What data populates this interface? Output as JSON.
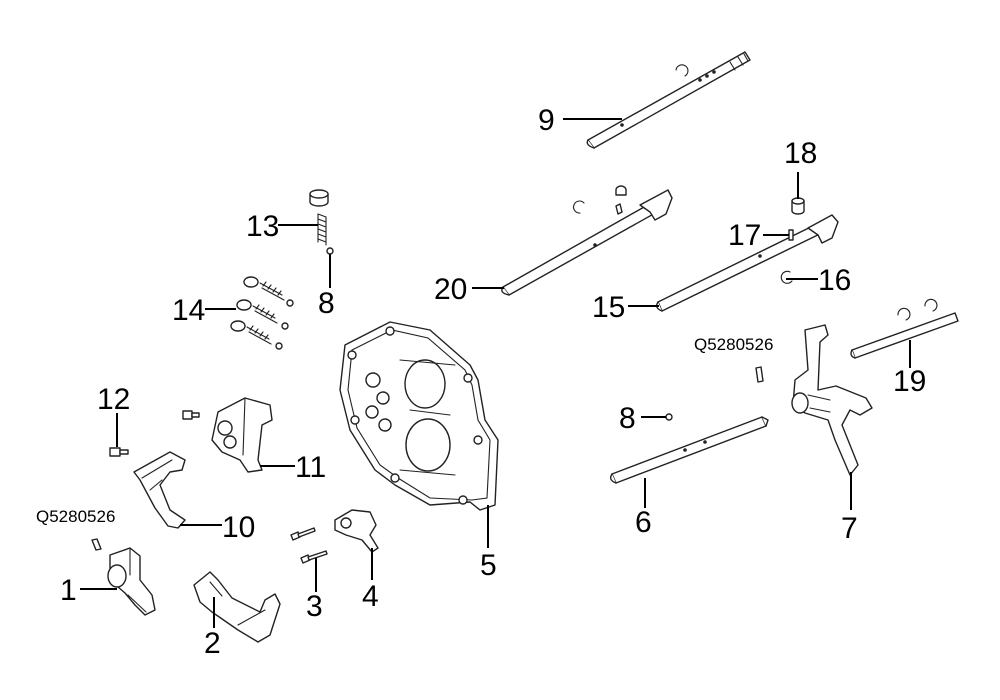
{
  "diagram": {
    "callouts": {
      "c1": "1",
      "c2": "2",
      "c3": "3",
      "c4": "4",
      "c5": "5",
      "c6": "6",
      "c7": "7",
      "c8a": "8",
      "c8b": "8",
      "c9": "9",
      "c10": "10",
      "c11": "11",
      "c12": "12",
      "c13": "13",
      "c14": "14",
      "c15": "15",
      "c16": "16",
      "c17": "17",
      "c18": "18",
      "c19": "19",
      "c20": "20"
    },
    "part_numbers": {
      "left": "Q5280526",
      "right": "Q5280526"
    }
  }
}
